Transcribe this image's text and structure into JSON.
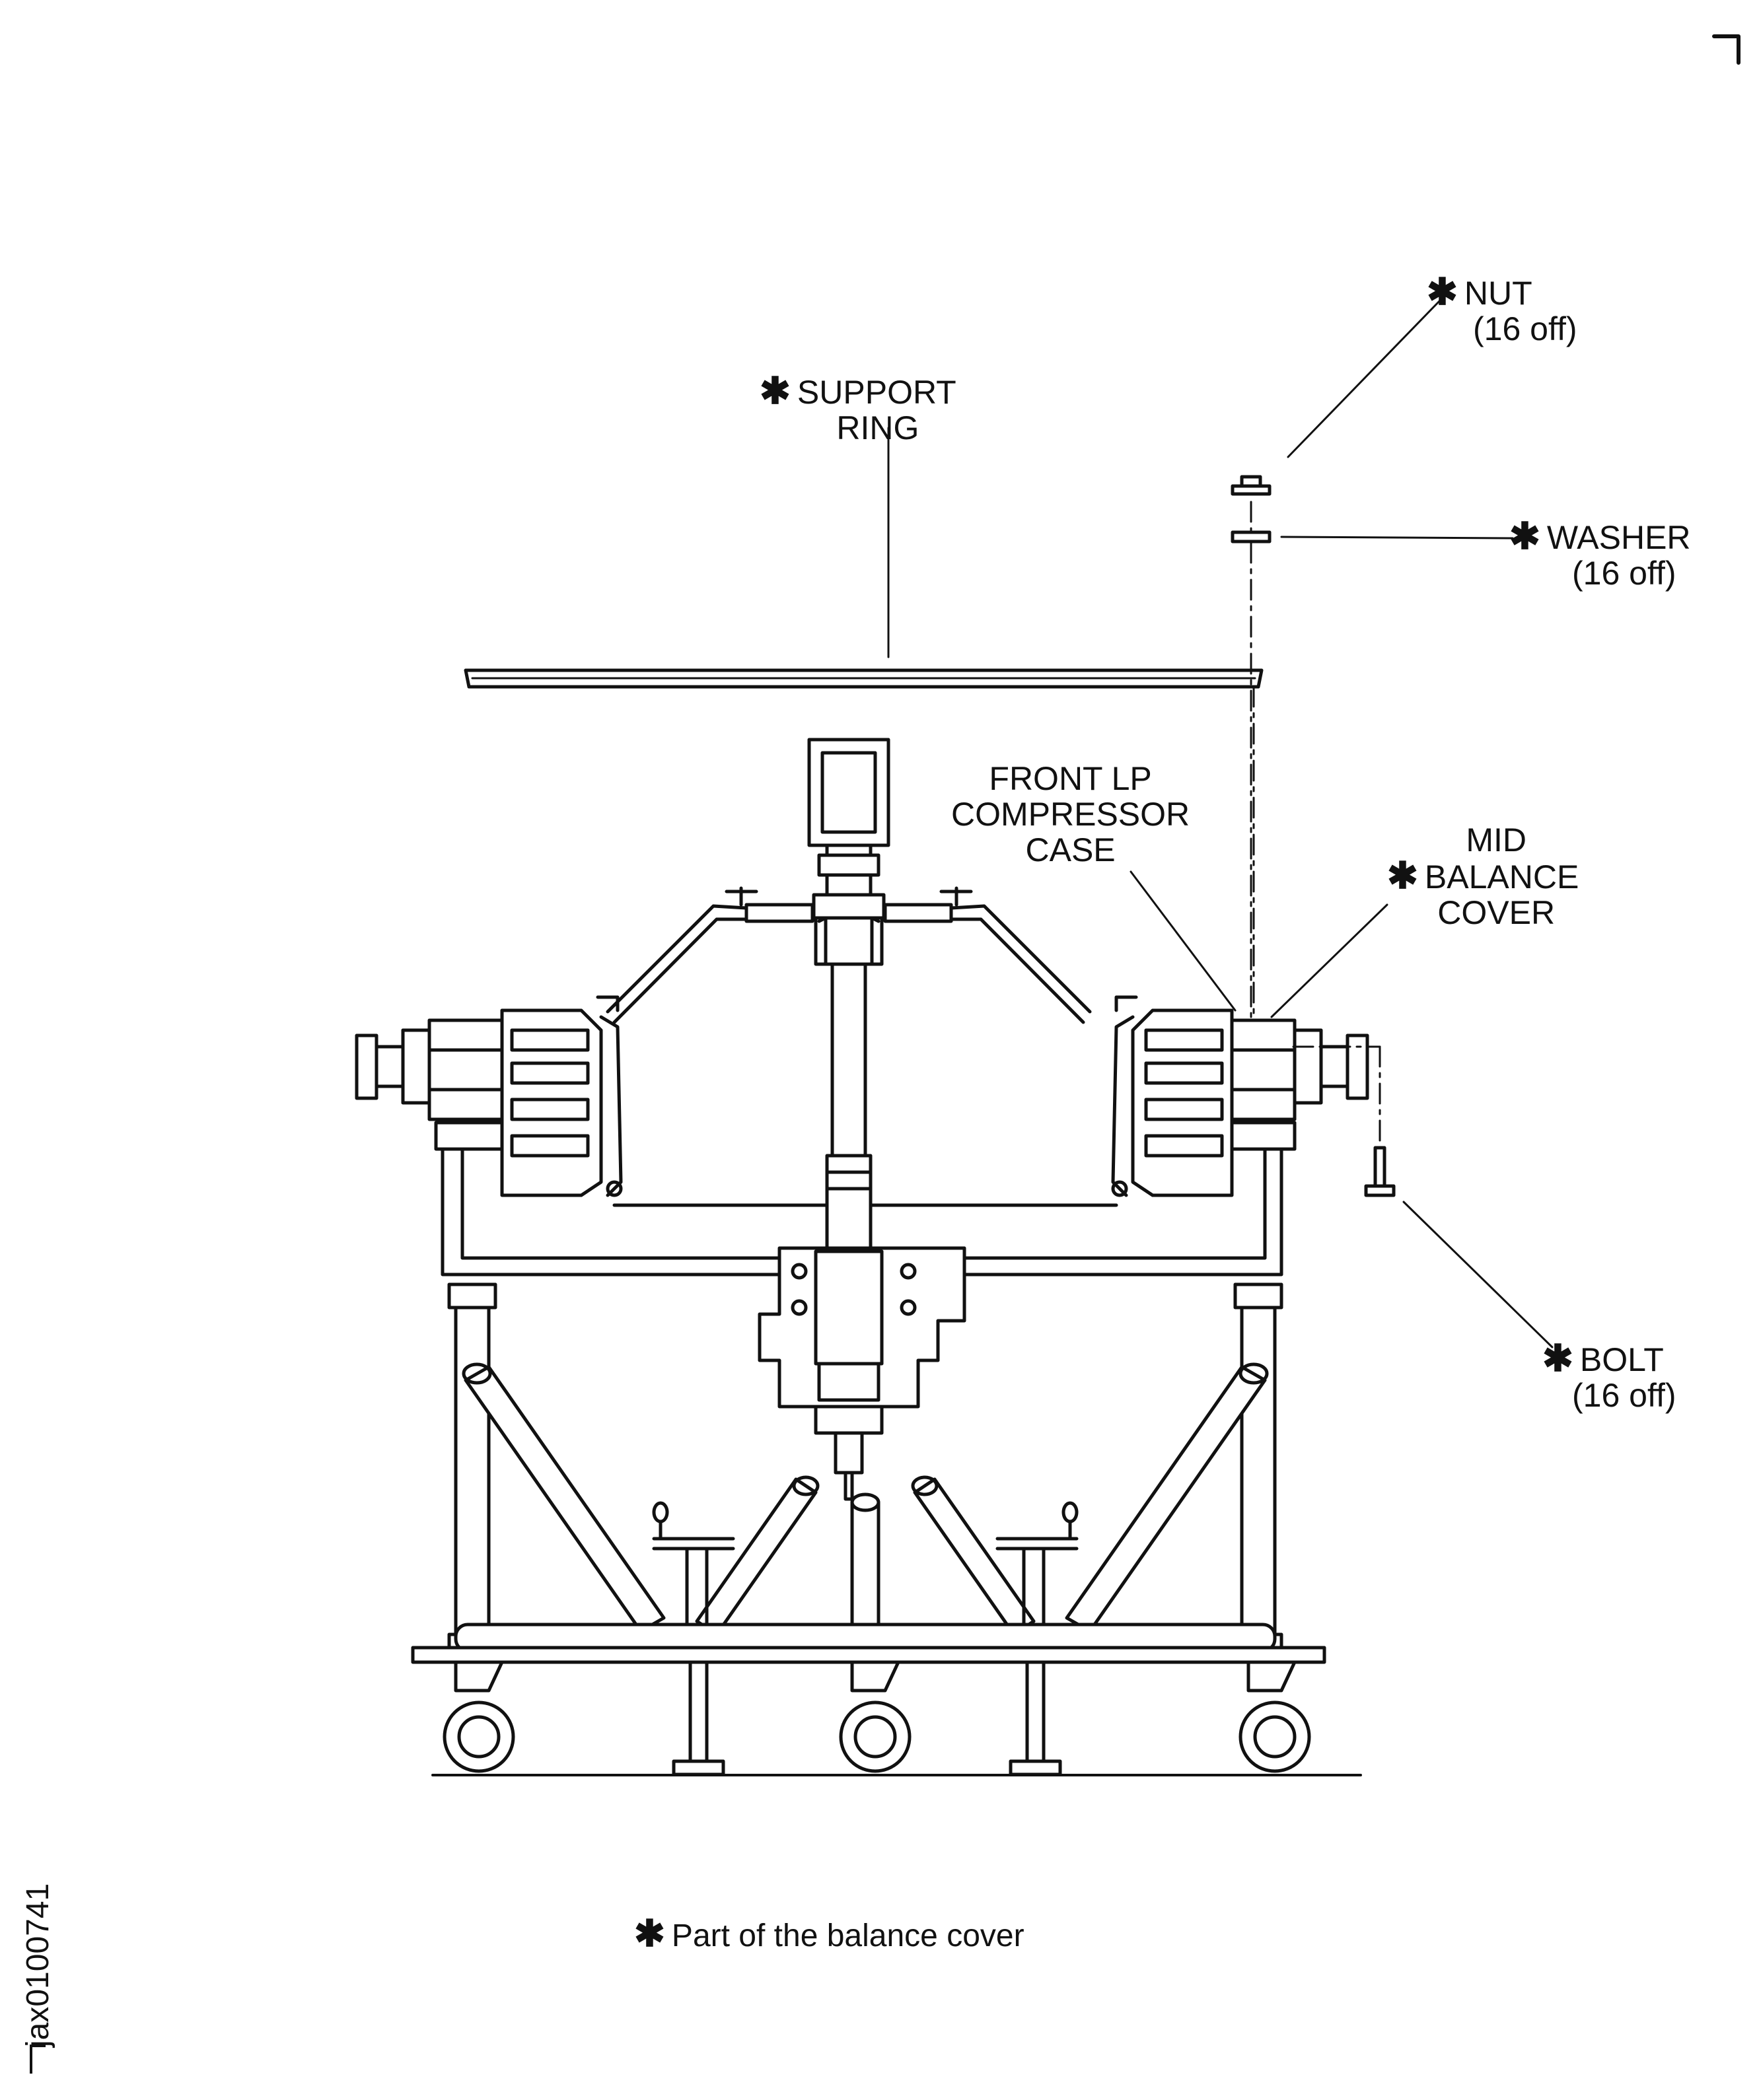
{
  "labels": {
    "nut": {
      "name": "NUT",
      "qty": "(16 off)",
      "starred": true
    },
    "support_ring": {
      "line1": "SUPPORT",
      "line2": "RING",
      "starred": true
    },
    "washer": {
      "name": "WASHER",
      "qty": "(16 off)",
      "starred": true
    },
    "front_lp": {
      "line1": "FRONT LP",
      "line2": "COMPRESSOR",
      "line3": "CASE"
    },
    "mid_balance": {
      "line1": "MID",
      "line2": "BALANCE",
      "line3": "COVER",
      "starred": true
    },
    "bolt": {
      "name": "BOLT",
      "qty": "(16 off)",
      "starred": true
    }
  },
  "star_glyph": "✱",
  "footnote": "Part of the balance cover",
  "figure_id": "jax0100741",
  "colors": {
    "line": "#111111",
    "background": "#ffffff"
  }
}
